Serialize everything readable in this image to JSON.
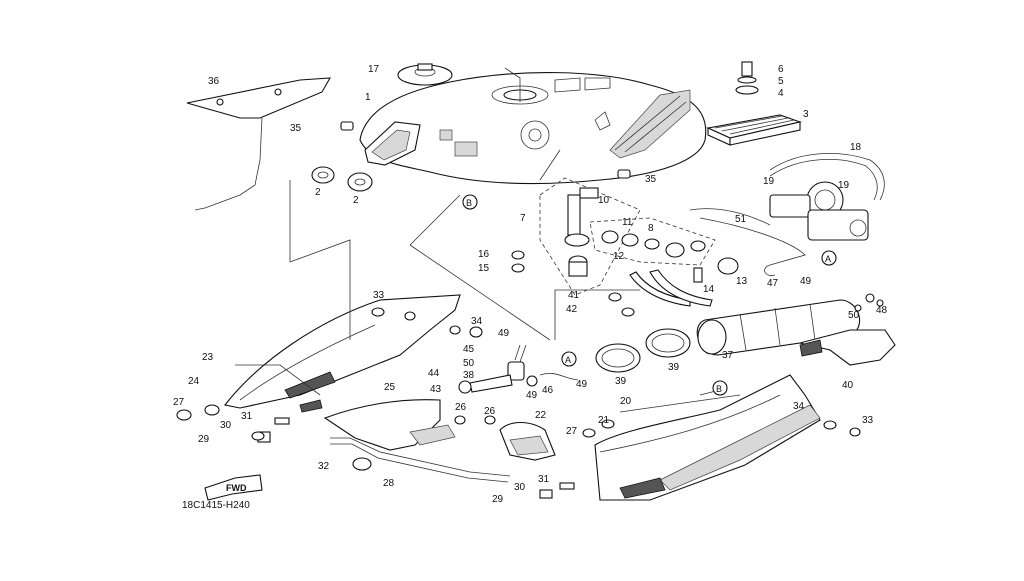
{
  "diagram": {
    "drawing_code": "18C1415-H240",
    "fwd_label": "FWD",
    "ref_a": "A",
    "ref_b": "B",
    "callouts": [
      "1",
      "2",
      "2",
      "3",
      "4",
      "5",
      "6",
      "7",
      "8",
      "10",
      "11",
      "12",
      "13",
      "14",
      "15",
      "16",
      "17",
      "18",
      "19",
      "19",
      "20",
      "21",
      "22",
      "23",
      "24",
      "25",
      "26",
      "26",
      "27",
      "27",
      "28",
      "29",
      "29",
      "30",
      "30",
      "31",
      "31",
      "32",
      "33",
      "33",
      "34",
      "34",
      "35",
      "35",
      "36",
      "37",
      "38",
      "39",
      "39",
      "40",
      "41",
      "42",
      "43",
      "44",
      "45",
      "46",
      "47",
      "48",
      "49",
      "49",
      "49",
      "49",
      "50",
      "50",
      "51"
    ]
  }
}
